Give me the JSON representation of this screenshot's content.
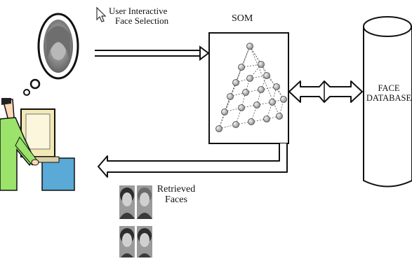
{
  "labels": {
    "interactive": [
      "User Interactive",
      "Face Selection"
    ],
    "som": "SOM",
    "database": [
      "FACE",
      "DATABASE"
    ],
    "retrieved": [
      "Retrieved",
      "Faces"
    ]
  },
  "icons": {
    "cursor": "mouse-pointer-icon",
    "user": "user-at-computer-icon",
    "thought": "thought-bubble-icon",
    "database": "database-cylinder-icon",
    "som": "som-pyramid-network-icon"
  },
  "colors": {
    "line": "#111111",
    "node": "#bfbfbf",
    "bubble_face": "#8a8a8a",
    "shirt": "#9be36b",
    "monitor": "#f3e9b6",
    "desk": "#5aa9d6"
  }
}
